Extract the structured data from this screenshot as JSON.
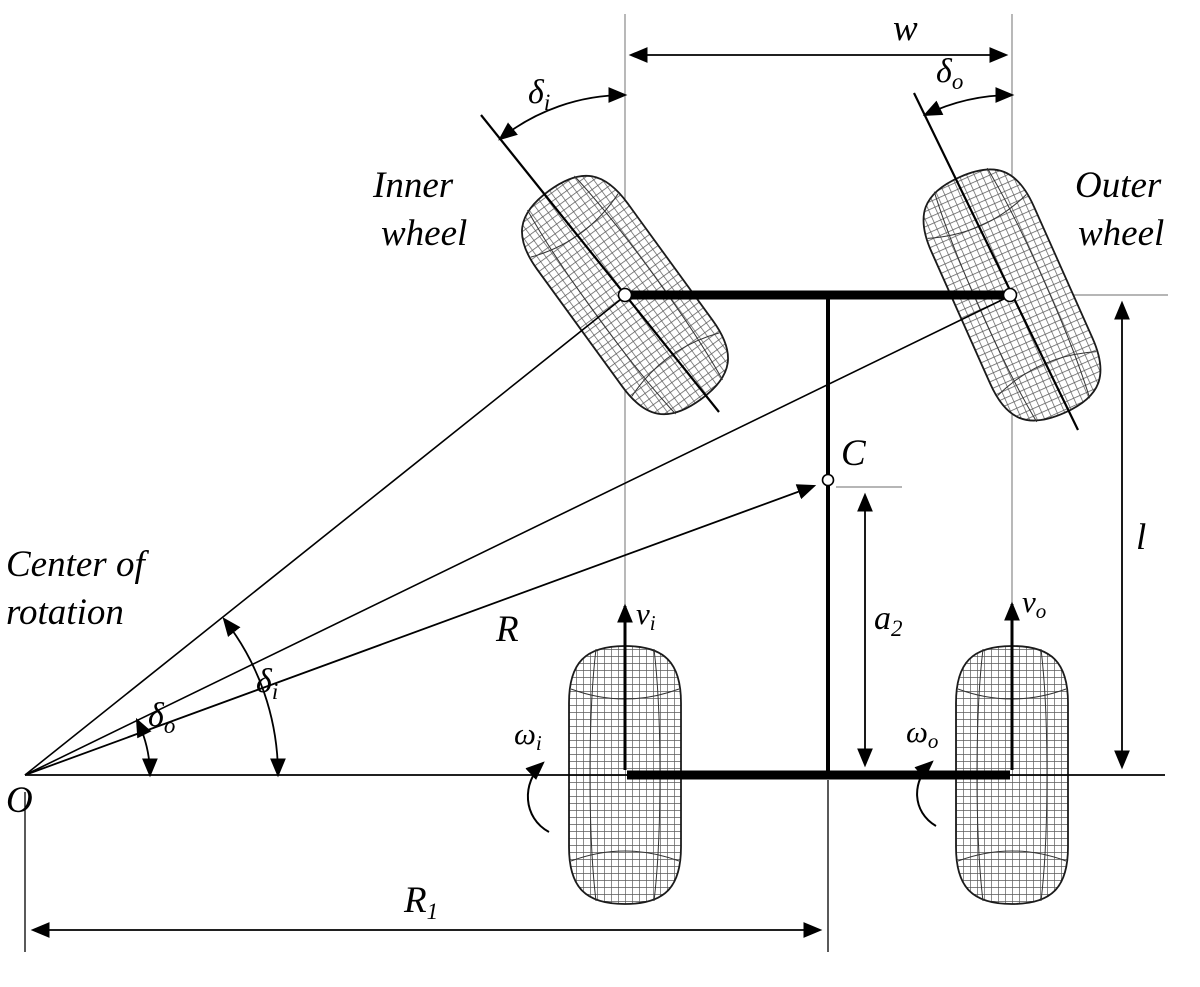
{
  "figure": {
    "kind": "Ackermann steering geometry diagram",
    "colors": {
      "ink": "#000000",
      "guide": "#8a8a8a",
      "background": "#ffffff"
    }
  },
  "labels": {
    "track_width": "w",
    "wheelbase": "l",
    "turn_radius": "R",
    "turn_radius_rear": {
      "base": "R",
      "sub": "1"
    },
    "cg_distance": {
      "base": "a",
      "sub": "2"
    },
    "inner_steer_top": {
      "base": "δ",
      "sub": "i"
    },
    "outer_steer_top": {
      "base": "δ",
      "sub": "o"
    },
    "inner_steer_origin": {
      "base": "δ",
      "sub": "i"
    },
    "outer_steer_origin": {
      "base": "δ",
      "sub": "o"
    },
    "inner_velocity": {
      "base": "v",
      "sub": "i"
    },
    "outer_velocity": {
      "base": "v",
      "sub": "o"
    },
    "inner_omega": {
      "base": "ω",
      "sub": "i"
    },
    "outer_omega": {
      "base": "ω",
      "sub": "o"
    },
    "inner_wheel": {
      "line1": "Inner",
      "line2": "wheel"
    },
    "outer_wheel": {
      "line1": "Outer",
      "line2": "wheel"
    },
    "center_of_rotation": {
      "line1": "Center of",
      "line2": "rotation"
    },
    "origin_point": "O",
    "center_point": "C"
  }
}
